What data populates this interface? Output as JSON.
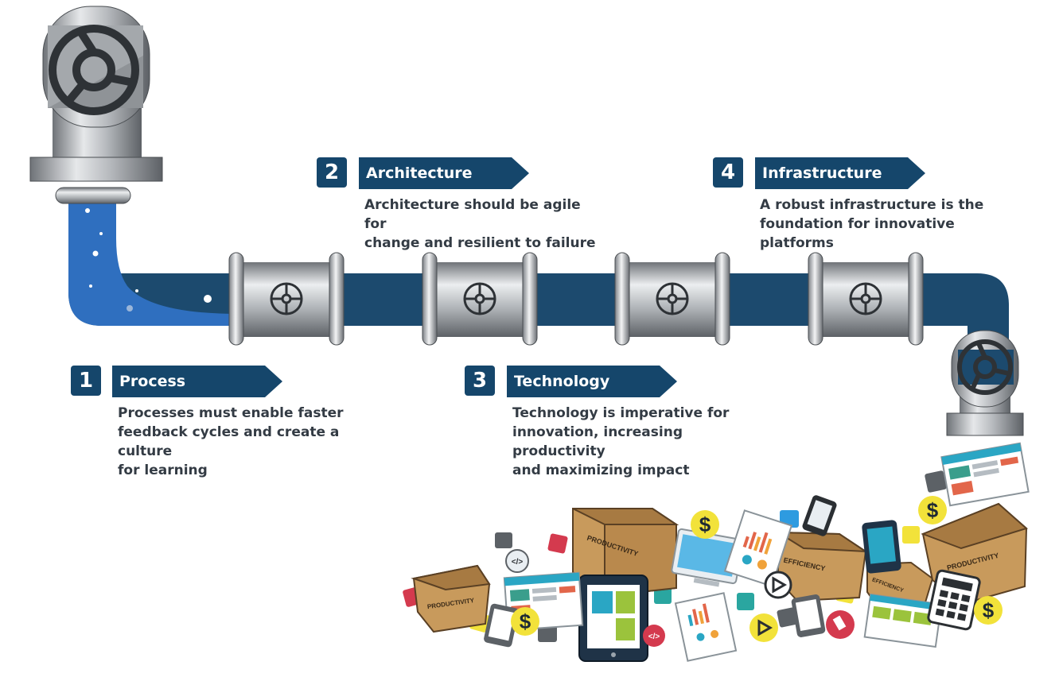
{
  "colors": {
    "navy": "#15466b",
    "pipe_blue": "#1c4a6e",
    "water_blue": "#2f6fbf",
    "steel": "#9a9ea3",
    "box": "#c89a5c",
    "yellow": "#f2e23a"
  },
  "steps": [
    {
      "number": "1",
      "title": "Process",
      "lines": [
        "Processes must enable faster",
        "feedback cycles and create a culture",
        "for learning"
      ]
    },
    {
      "number": "2",
      "title": "Architecture",
      "lines": [
        "Architecture should be agile for",
        "change and resilient to failure"
      ]
    },
    {
      "number": "3",
      "title": "Technology",
      "lines": [
        "Technology is imperative for",
        "innovation, increasing productivity",
        "and maximizing impact"
      ]
    },
    {
      "number": "4",
      "title": "Infrastructure",
      "lines": [
        "A robust infrastructure is the",
        "foundation for innovative platforms"
      ]
    }
  ],
  "output_labels": {
    "productivity": "PRODUCTIVITY",
    "efficiency": "EFFICIENCY",
    "dollar": "$",
    "code": "</>"
  },
  "icons": [
    "valve-wheel-icon",
    "dollar-icon",
    "code-icon",
    "play-icon",
    "calculator-icon",
    "tablet-icon",
    "phone-icon",
    "monitor-icon",
    "report-icon",
    "box-icon"
  ]
}
